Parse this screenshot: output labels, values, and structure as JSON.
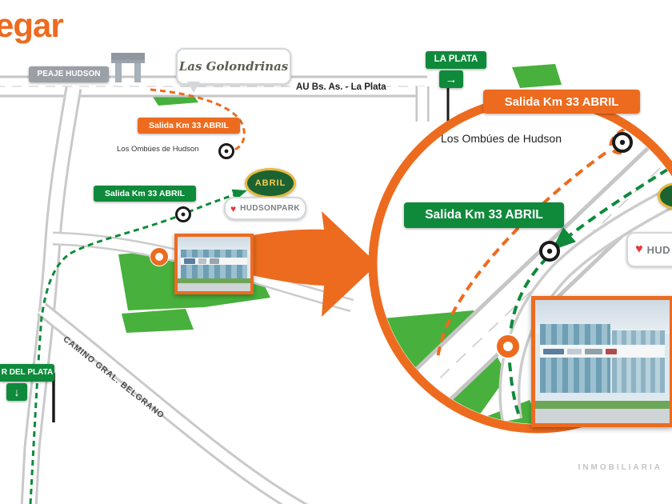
{
  "title_fragment": "egar",
  "icons": {
    "arrow_right": "→",
    "arrow_down": "↓",
    "heart": "♥"
  },
  "main_map": {
    "peaje_sign": "PEAJE HUDSON",
    "golondrinas_sign": "Las Golondrinas",
    "highway_label": "AU Bs. As. - La Plata",
    "la_plata_sign": "LA PLATA",
    "salida_orange_sign": "Salida Km 33 ABRIL",
    "ombues_label": "Los Ombúes de Hudson",
    "salida_green_sign": "Salida Km 33 ABRIL",
    "abril_logo": "ABRIL",
    "hudson_park_sign": "HUDSONPARK",
    "camino_label": "CAMINO GRAL. BELGRANO",
    "mar_del_plata_sign": "R DEL PLATA"
  },
  "inset": {
    "salida_orange_sign": "Salida Km 33 ABRIL",
    "ombues_label": "Los Ombúes de Hudson",
    "salida_green_sign": "Salida Km 33 ABRIL",
    "hudson_park_partial": "HUD"
  },
  "watermark": "INMOBILIARIA",
  "colors": {
    "orange": "#ED6B1F",
    "sign_green": "#0F8A3B",
    "map_green": "#48B03C"
  }
}
